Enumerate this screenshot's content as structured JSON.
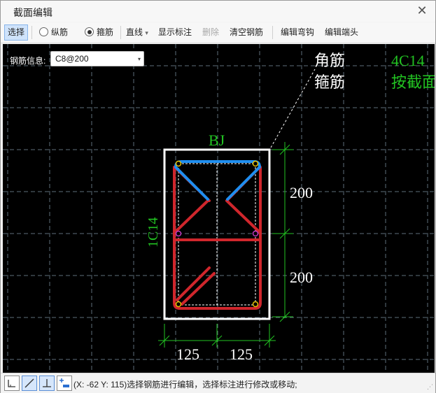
{
  "window": {
    "title": "截面编辑",
    "close_glyph": "✕"
  },
  "toolbar": {
    "select": "选择",
    "longitudinal": "纵筋",
    "stirrup": "箍筋",
    "line": "直线",
    "line_arrow": "▾",
    "show_dims": "显示标注",
    "delete": "删除",
    "clear_rebar": "清空钢筋",
    "edit_hook": "编辑弯钩",
    "edit_end": "编辑端头"
  },
  "rebar_info": {
    "label": "钢筋信息:",
    "value": "C8@200",
    "arrow": "▾"
  },
  "drawing": {
    "label_bj": "BJ",
    "label_side": "1C14",
    "legend_corner": "角筋",
    "legend_stirrup": "箍筋",
    "legend_corner_value": "4C14",
    "legend_stirrup_value": "按截面",
    "dim_top": "200",
    "dim_bottom": "200",
    "dim_left": "125",
    "dim_right": "125"
  },
  "colors": {
    "canvas": "#000000",
    "stirrup": "#d0262c",
    "selected_stirrup": "#1e8ef0",
    "dimension": "#22c322",
    "outline": "#ffffff",
    "grid": "#5e6e7a"
  },
  "statusbar": {
    "text": "(X: -62 Y: 115)选择钢筋进行编辑，选择标注进行修改或移动;",
    "grip": "⋰"
  },
  "icons": [
    "corner-tool-icon",
    "line-tool-icon",
    "perpendicular-tool-icon",
    "add-dimension-icon"
  ]
}
